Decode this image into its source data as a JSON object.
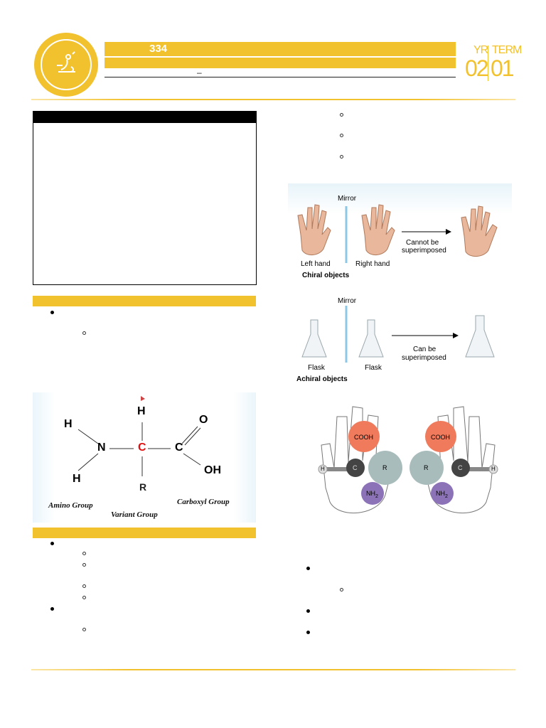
{
  "header": {
    "course_number": "334",
    "year_label": "YR",
    "term_label": "TERM",
    "year_value": "02",
    "term_value": "01",
    "dash": "–"
  },
  "colors": {
    "accent": "#f2c12e",
    "text": "#000000"
  },
  "amino_acid_structure": {
    "atoms": {
      "h_left_top": "H",
      "n": "N",
      "c_alpha": "C",
      "c_carboxyl": "C",
      "o": "O",
      "oh": "OH",
      "h_left_bottom": "H",
      "h_top": "H",
      "r": "R"
    },
    "captions": {
      "amino": "Amino Group",
      "variant": "Variant Group",
      "carboxyl": "Carboxyl Group"
    }
  },
  "chirality_figure": {
    "mirror_top": "Mirror",
    "left_hand": "Left hand",
    "right_hand": "Right hand",
    "cannot": "Cannot be",
    "superimposed_1": "superimposed",
    "chiral": "Chiral objects",
    "mirror_bottom": "Mirror",
    "flask_left": "Flask",
    "flask_right": "Flask",
    "can_be": "Can be",
    "superimposed_2": "superimposed",
    "achiral": "Achiral objects"
  },
  "hands_model": {
    "cooh_left": "COOH",
    "r_left": "R",
    "c_left": "C",
    "h_left": "H",
    "nh2_left": "NH",
    "cooh_right": "COOH",
    "r_right": "R",
    "c_right": "C",
    "h_right": "H",
    "nh2_right": "NH",
    "sub2": "2"
  }
}
